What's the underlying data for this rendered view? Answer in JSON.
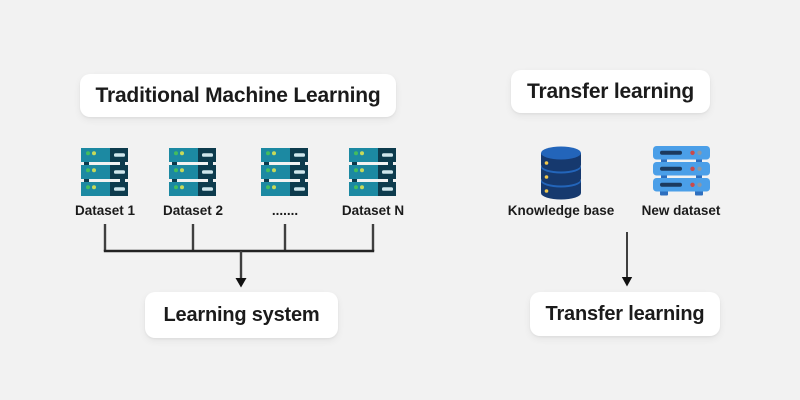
{
  "left": {
    "title": "Traditional Machine Learning",
    "datasets": [
      {
        "label": "Dataset 1",
        "icon": "server-stack-icon"
      },
      {
        "label": "Dataset 2",
        "icon": "server-stack-icon"
      },
      {
        "label": ".......",
        "icon": "server-stack-icon"
      },
      {
        "label": "Dataset N",
        "icon": "server-stack-icon"
      }
    ],
    "output_label": "Learning system"
  },
  "right": {
    "title": "Transfer learning",
    "sources": [
      {
        "label": "Knowledge base",
        "icon": "database-icon"
      },
      {
        "label": "New dataset",
        "icon": "server-icon"
      }
    ],
    "output_label": "Transfer learning"
  },
  "colors": {
    "background": "#f2f2f2",
    "card_background": "#ffffff",
    "text": "#1b1b1b",
    "connector_line": "#3f3f3f",
    "arrowhead": "#111111",
    "teal_server_body": "#1c89a2",
    "teal_server_dark": "#0d3b4d",
    "teal_server_slot": "#cfe6ec",
    "teal_dot_green": "#43bd5e",
    "teal_dot_yellow": "#c6d95a",
    "database_body": "#16396e",
    "database_top": "#2365ba",
    "database_dot_yellow": "#f2c94c",
    "blue_server_body": "#4b9fe8",
    "blue_server_accent": "#2e6fbe",
    "blue_server_bar": "#1c3a5e",
    "blue_server_dot_red": "#cb4a4a",
    "blue_server_dot_gray": "#8b98a6"
  }
}
